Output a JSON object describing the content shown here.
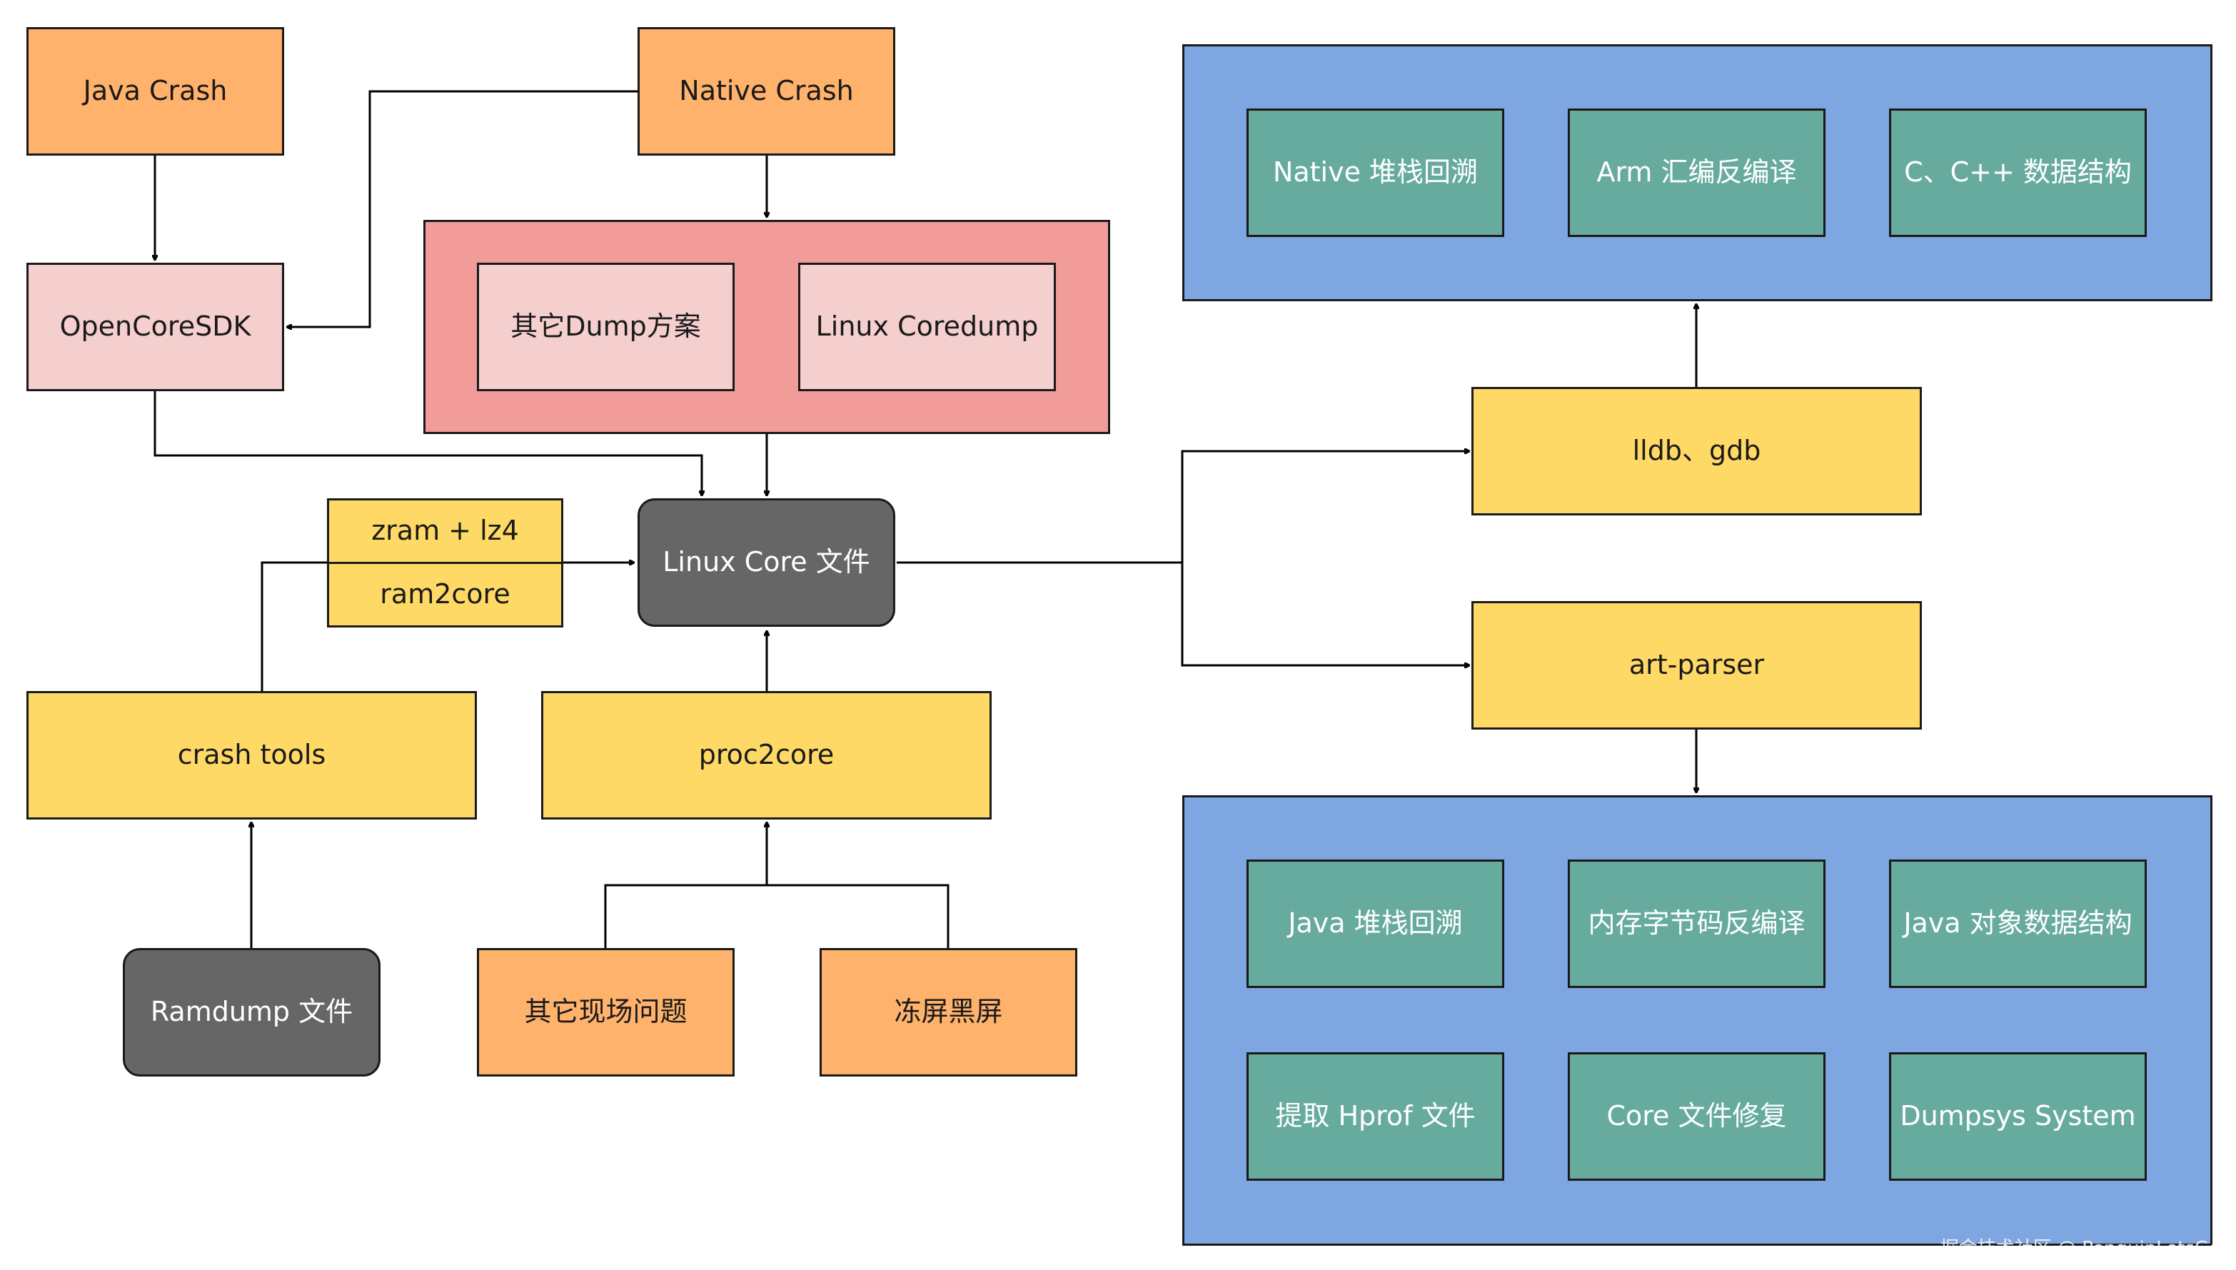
{
  "colors": {
    "orange": "#ffb26c",
    "pink": "#f5cece",
    "yellow": "#ffd966",
    "gray": "#666666",
    "teal": "#67ab9f",
    "red_group": "#f19c99",
    "blue_group": "#7ea6e0"
  },
  "nodes": {
    "java_crash": "Java Crash",
    "native_crash": "Native Crash",
    "opencore_sdk": "OpenCoreSDK",
    "other_dump": "其它Dump方案",
    "linux_coredump": "Linux Coredump",
    "zram_lz4": "zram + lz4",
    "ram2core": "ram2core",
    "linux_core_file": "Linux Core 文件",
    "crash_tools": "crash tools",
    "proc2core": "proc2core",
    "ramdump_file": "Ramdump 文件",
    "other_field_issues": "其它现场问题",
    "freeze_black_screen": "冻屏黑屏",
    "lldb_gdb": "lldb、gdb",
    "art_parser": "art-parser"
  },
  "native_group": [
    "Native 堆栈回溯",
    "Arm 汇编反编译",
    "C、C++ 数据结构"
  ],
  "java_group": [
    "Java 堆栈回溯",
    "内存字节码反编译",
    "Java 对象数据结构",
    "提取 Hprof 文件",
    "Core 文件修复",
    "Dumpsys System"
  ],
  "watermark": "掘金技术社区 @ PenguinLetsGo"
}
